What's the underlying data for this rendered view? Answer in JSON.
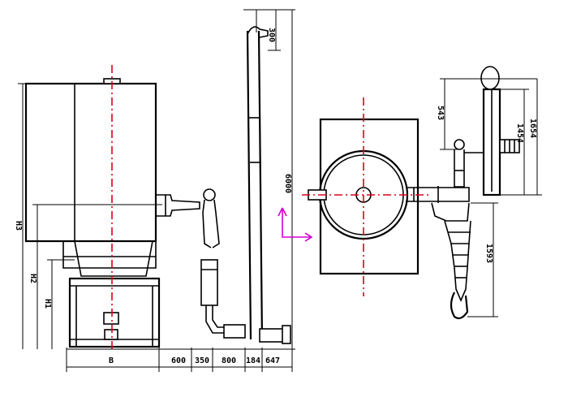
{
  "labels": {
    "h3": "H3",
    "h2": "H2",
    "h1": "H1",
    "width_b": "B",
    "d600": "600",
    "d350": "350",
    "d800": "800",
    "d184": "184",
    "d647": "647",
    "d300": "300",
    "d6000": "6000",
    "d543": "543",
    "d1454": "1454",
    "d1654": "1654",
    "d1593": "1593"
  },
  "colors": {
    "line": "#000000",
    "center_line": "#e0001a",
    "arrow": "#d400d4",
    "background": "#ffffff"
  }
}
